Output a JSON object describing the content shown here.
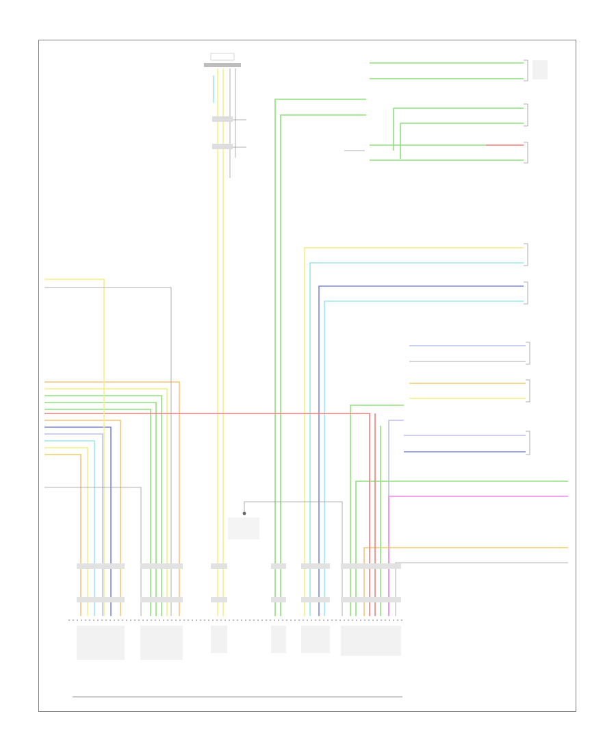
{
  "diagram": {
    "page_code": "",
    "colors": {
      "green": "#8de07a",
      "light_green": "#b4ec9e",
      "yellow": "#f3ee86",
      "cyan": "#9be8ee",
      "blue": "#7c86e0",
      "light_blue": "#b8c2f2",
      "orange": "#f5c673",
      "red": "#f07c7c",
      "pink": "#f28ae8",
      "gray": "#c8c8c8",
      "frame": "#7a7a7a"
    },
    "components": [
      {
        "id": "top-connector",
        "label": ""
      },
      {
        "id": "speaker-front-right",
        "label": ""
      },
      {
        "id": "speaker-rear-right",
        "label": ""
      },
      {
        "id": "tweeter-right",
        "label": ""
      },
      {
        "id": "speaker-center",
        "label": ""
      },
      {
        "id": "speaker-rear-left",
        "label": ""
      },
      {
        "id": "subwoofer",
        "label": ""
      },
      {
        "id": "speaker-left",
        "label": ""
      },
      {
        "id": "trunk-speaker",
        "label": ""
      },
      {
        "id": "ground-point",
        "label": ""
      },
      {
        "id": "audio-amplifier",
        "label": ""
      }
    ]
  }
}
